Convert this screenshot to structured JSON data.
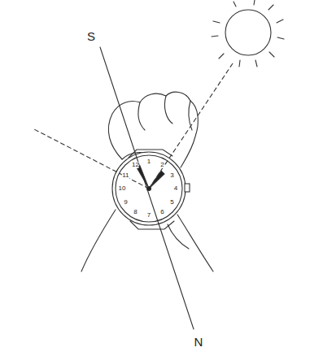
{
  "diagram": {
    "labels": [
      "S",
      "N",
      "12",
      "1",
      "2",
      "3",
      "4",
      "5",
      "6",
      "7",
      "8",
      "9",
      "10",
      "11"
    ]
  }
}
